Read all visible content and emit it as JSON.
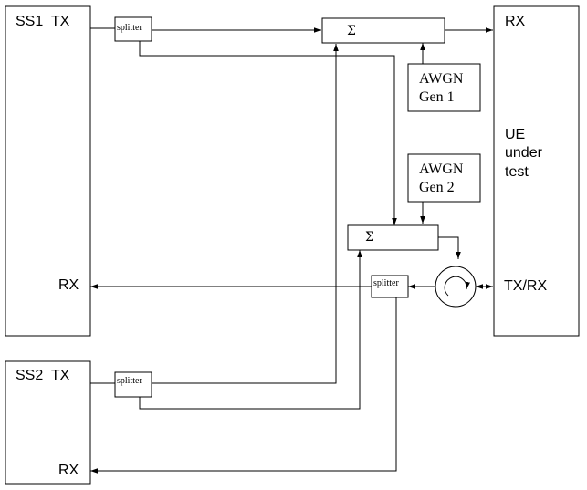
{
  "blocks": {
    "ss1": {
      "tx_label": "SS1  TX",
      "rx_label": "RX"
    },
    "ss2": {
      "tx_label": "SS2  TX",
      "rx_label": "RX"
    },
    "ue": {
      "rx_label": "RX",
      "name_lines": [
        "UE",
        "under",
        "test"
      ],
      "txrx_label": "TX/RX"
    },
    "awgn1": {
      "lines": [
        "AWGN",
        "Gen 1"
      ]
    },
    "awgn2": {
      "lines": [
        "AWGN",
        "Gen 2"
      ]
    },
    "combiner": {
      "symbol": "Σ"
    },
    "splitter": {
      "label": "splitter"
    }
  }
}
